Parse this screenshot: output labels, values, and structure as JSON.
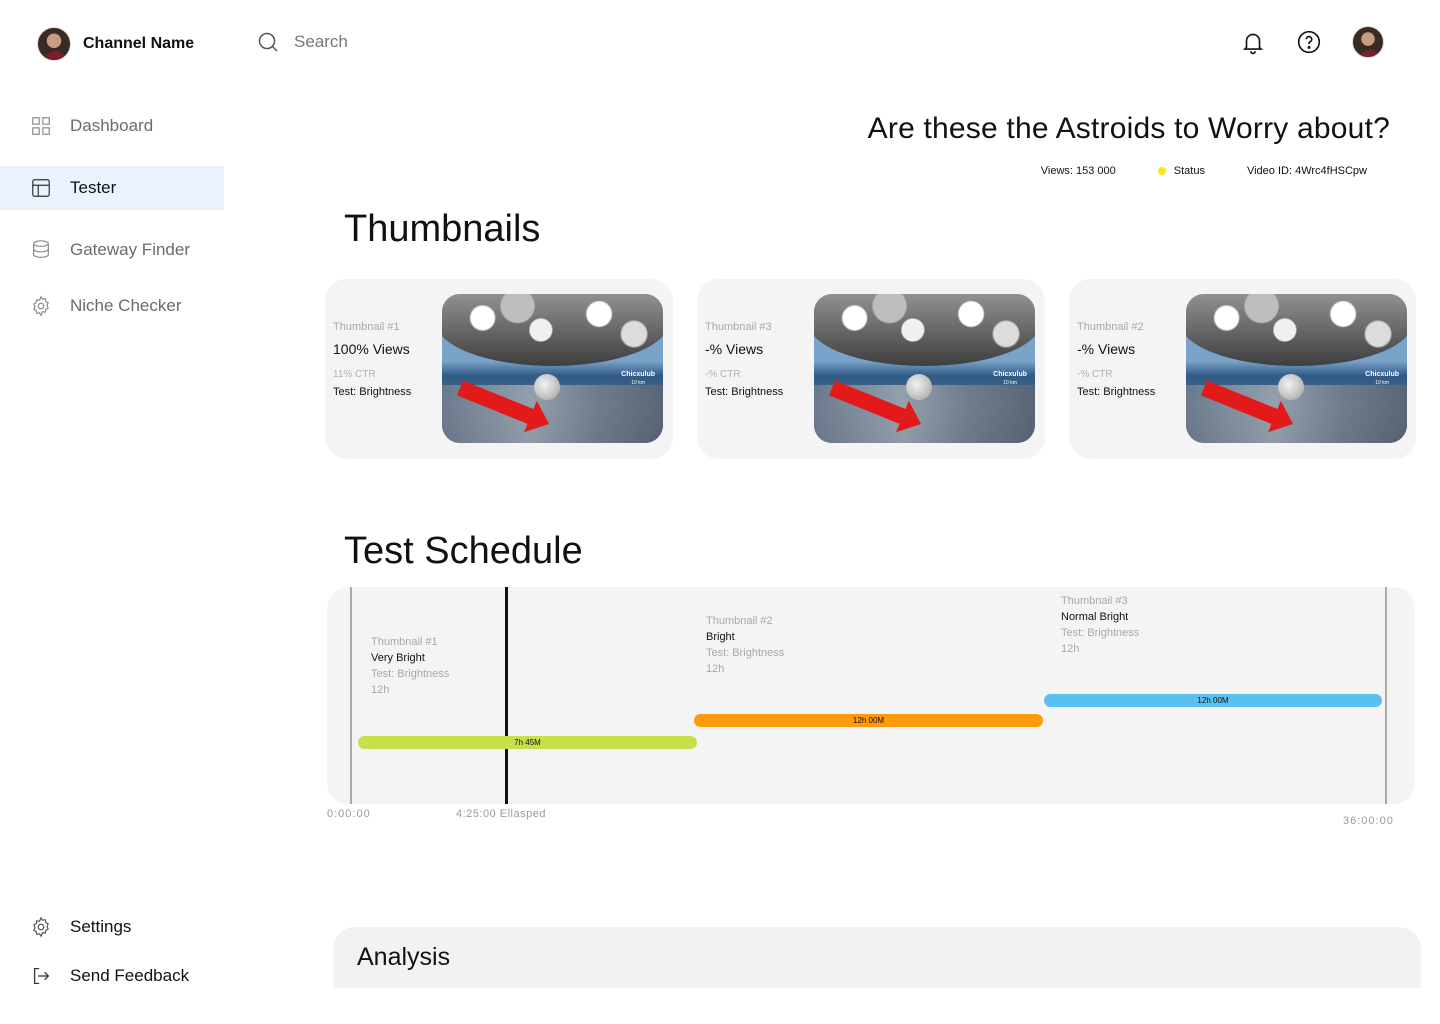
{
  "channel": {
    "name": "Channel Name"
  },
  "nav": {
    "items": [
      {
        "label": "Dashboard",
        "icon": "grid-icon"
      },
      {
        "label": "Tester",
        "icon": "layout-icon"
      },
      {
        "label": "Gateway Finder",
        "icon": "database-icon"
      },
      {
        "label": "Niche Checker",
        "icon": "gear-icon"
      }
    ],
    "settings": "Settings",
    "feedback": "Send Feedback"
  },
  "search": {
    "placeholder": "Search"
  },
  "video": {
    "title": "Are these the Astroids to Worry about?",
    "views": "Views: 153 000",
    "status": "Status",
    "status_color": "#ffe31a",
    "video_id": "Video ID: 4Wrc4fHSCpw"
  },
  "sections": {
    "thumbnails": "Thumbnails",
    "schedule": "Test Schedule",
    "analysis": "Analysis"
  },
  "thumbnails": [
    {
      "label": "Thumbnail #1",
      "views": "100% Views",
      "ctr": "11% CTR",
      "test": "Test: Brightness",
      "tag_title": "Chicxulub",
      "tag_sub": "10 km"
    },
    {
      "label": "Thumbnail #3",
      "views": "-% Views",
      "ctr": "-% CTR",
      "test": "Test: Brightness",
      "tag_title": "Chicxulub",
      "tag_sub": "10 km"
    },
    {
      "label": "Thumbnail #2",
      "views": "-% Views",
      "ctr": "-% CTR",
      "test": "Test: Brightness",
      "tag_title": "Chicxulub",
      "tag_sub": "10 km"
    }
  ],
  "schedule": {
    "segments": [
      {
        "label": "Thumbnail #1",
        "name": "Very Bright",
        "test": "Test: Brightness",
        "duration": "12h",
        "bar_label": "7h 45M",
        "color": "#c5e04a"
      },
      {
        "label": "Thumbnail #2",
        "name": "Bright",
        "test": "Test: Brightness",
        "duration": "12h",
        "bar_label": "12h 00M",
        "color": "#ff9a0a"
      },
      {
        "label": "Thumbnail #3",
        "name": "Normal Bright",
        "test": "Test: Brightness",
        "duration": "12h",
        "bar_label": "12h 00M",
        "color": "#5bc0f0"
      }
    ],
    "start": "0:00:00",
    "elapsed": "4:25:00 Ellasped",
    "end": "36:00:00"
  }
}
